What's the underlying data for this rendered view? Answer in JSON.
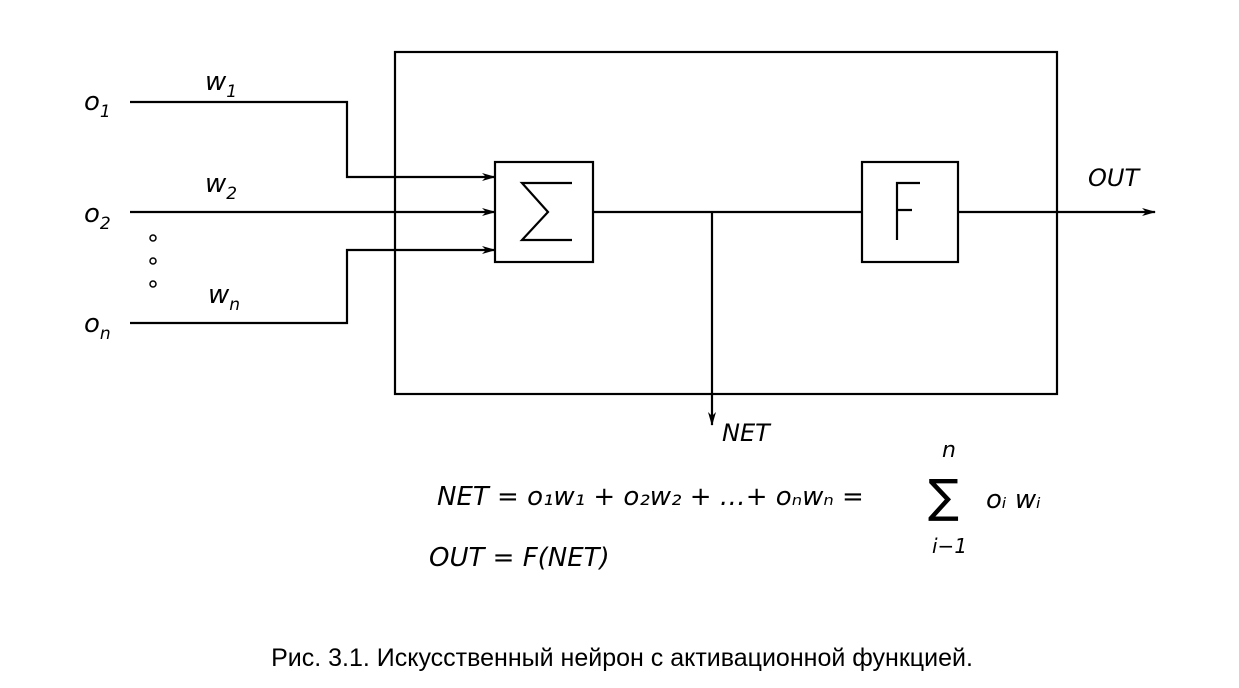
{
  "inputs": [
    {
      "signal": "o",
      "sub": "1",
      "weight": "w",
      "wsub": "1"
    },
    {
      "signal": "o",
      "sub": "2",
      "weight": "w",
      "wsub": "2"
    },
    {
      "signal": "o",
      "sub": "n",
      "weight": "w",
      "wsub": "n"
    }
  ],
  "blocks": {
    "sum": "∑",
    "activation": "F"
  },
  "outputs": {
    "out": "OUT",
    "net": "NET"
  },
  "formulas": {
    "net_lhs": "NET = ",
    "net_terms": "o₁w₁ + o₂w₂ + …+ oₙwₙ = ",
    "sum_symbol": "∑",
    "sum_upper": "n",
    "sum_lower": "i−1",
    "sum_body": "oᵢ wᵢ",
    "out": "OUT = F(NET)"
  },
  "caption": "Рис. 3.1.  Искусственный  нейрон  с  активационной  функцией."
}
